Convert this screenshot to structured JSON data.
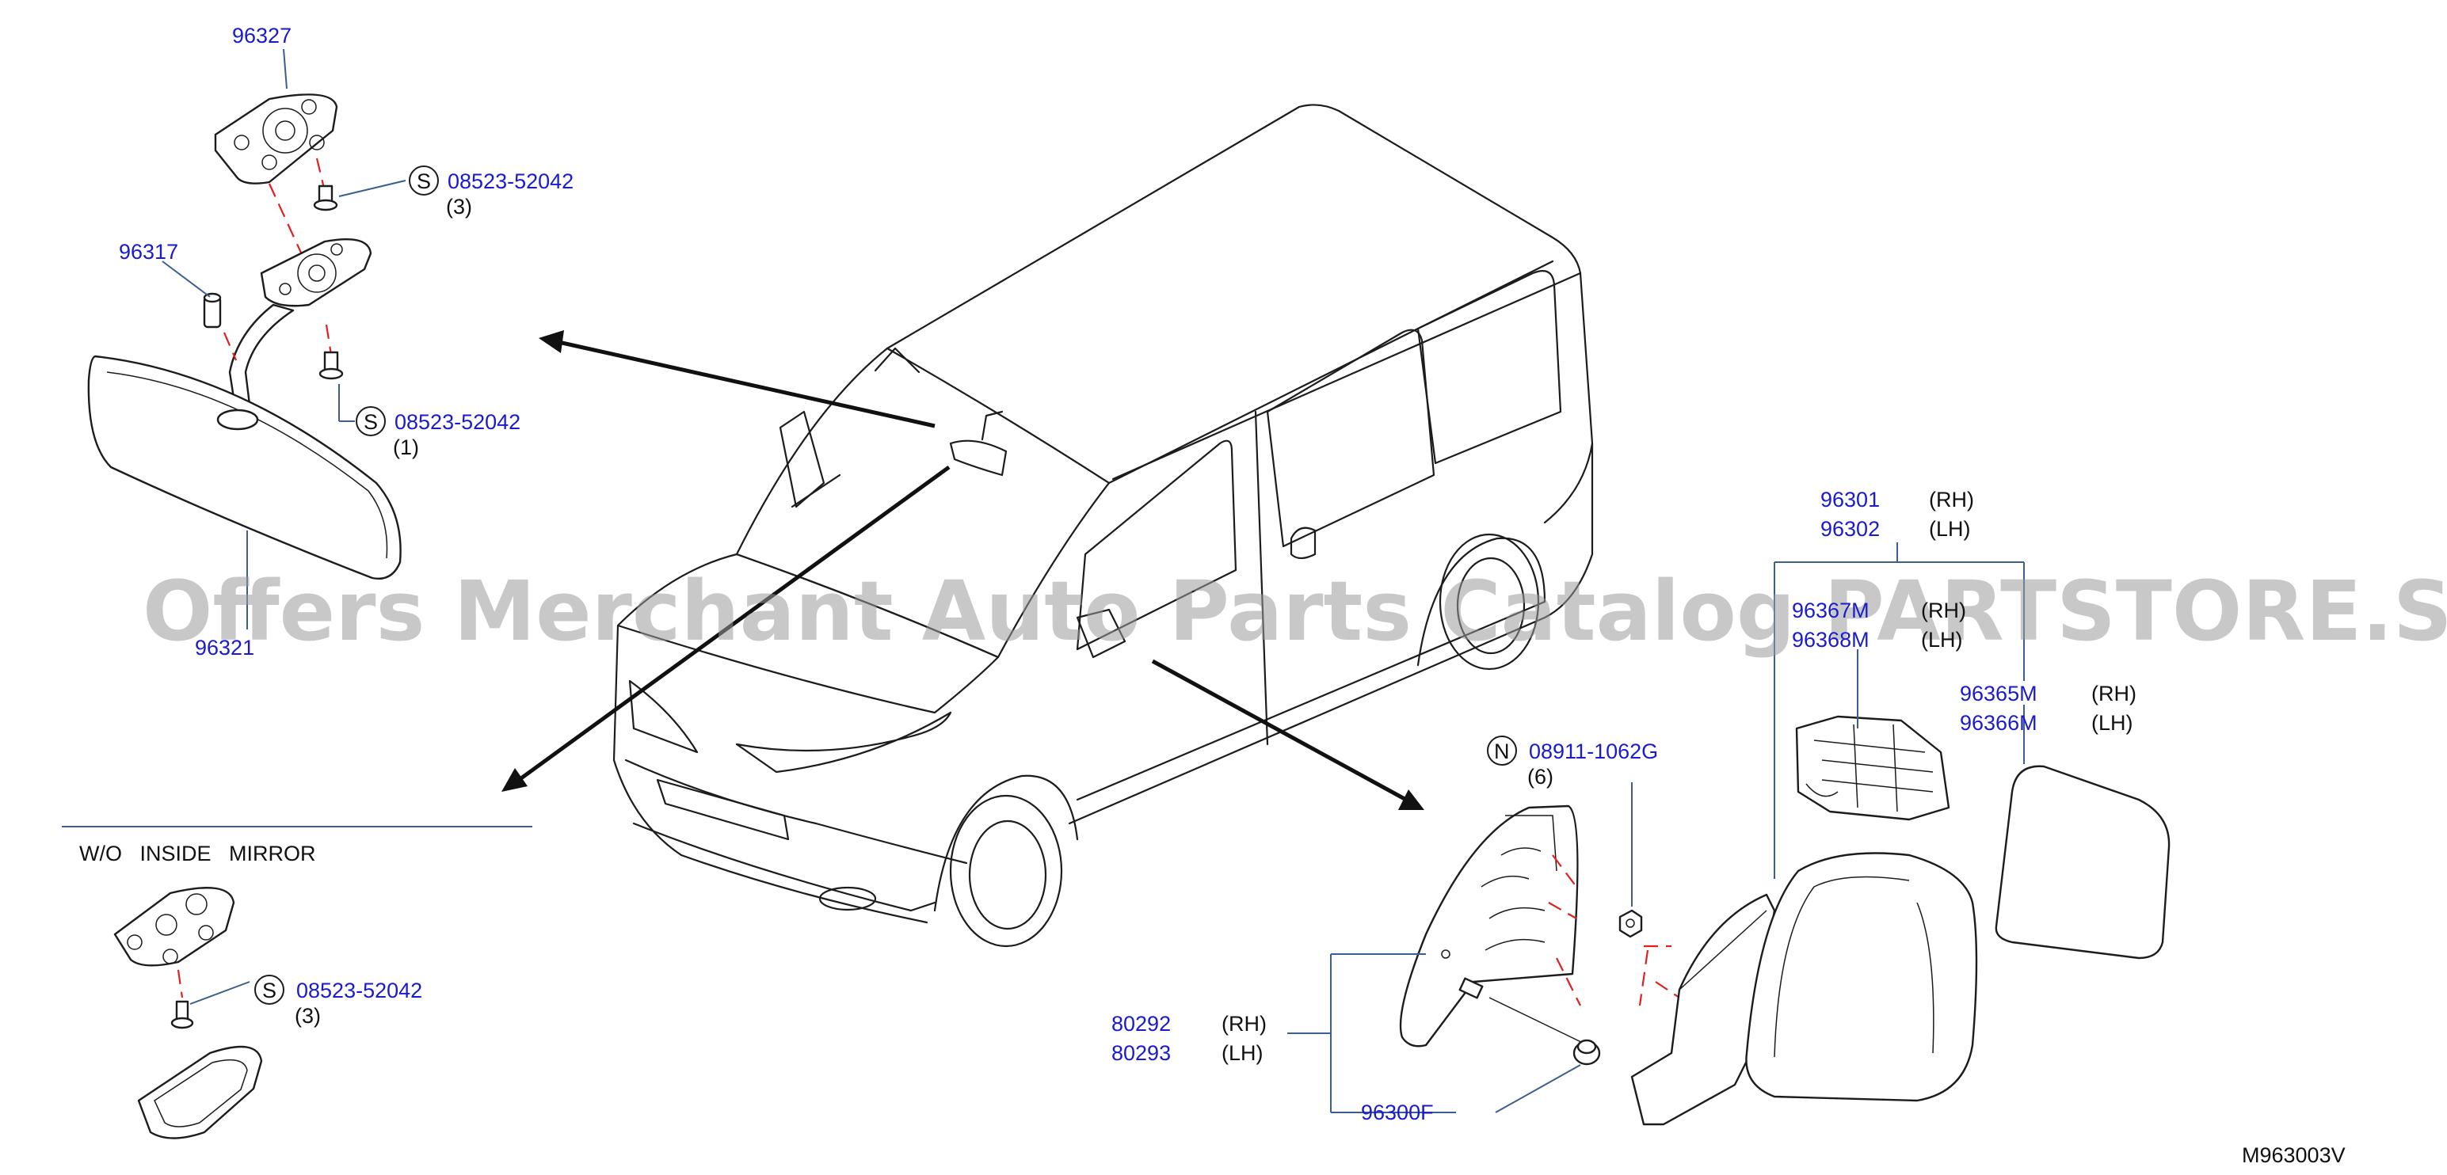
{
  "watermark": "Offers Merchant Auto Parts Catalog PARTSTORE.SA",
  "diagram_code": "M963003V",
  "section_wo_inside_mirror": "W/O   INSIDE   MIRROR",
  "parts": {
    "p96327": "96327",
    "p96317": "96317",
    "p96321": "96321",
    "screw_top": {
      "symbol": "S",
      "number": "08523-52042",
      "qty": "(3)"
    },
    "screw_mid": {
      "symbol": "S",
      "number": "08523-52042",
      "qty": "(1)"
    },
    "screw_wo": {
      "symbol": "S",
      "number": "08523-52042",
      "qty": "(3)"
    },
    "nut": {
      "symbol": "N",
      "number": "08911-1062G",
      "qty": "(6)"
    },
    "p96301": {
      "number": "96301",
      "side": "(RH)"
    },
    "p96302": {
      "number": "96302",
      "side": "(LH)"
    },
    "p96367": {
      "number": "96367M",
      "side": "(RH)"
    },
    "p96368": {
      "number": "96368M",
      "side": "(LH)"
    },
    "p96365": {
      "number": "96365M",
      "side": "(RH)"
    },
    "p96366": {
      "number": "96366M",
      "side": "(LH)"
    },
    "p80292": {
      "number": "80292",
      "side": "(RH)"
    },
    "p80293": {
      "number": "80293",
      "side": "(LH)"
    },
    "p96300F": "96300F"
  },
  "colors": {
    "part_number": "#1a1ad0",
    "leader_line": "#3a5f8f",
    "centerline": "#e02020",
    "drawing": "#1c1c1c"
  }
}
